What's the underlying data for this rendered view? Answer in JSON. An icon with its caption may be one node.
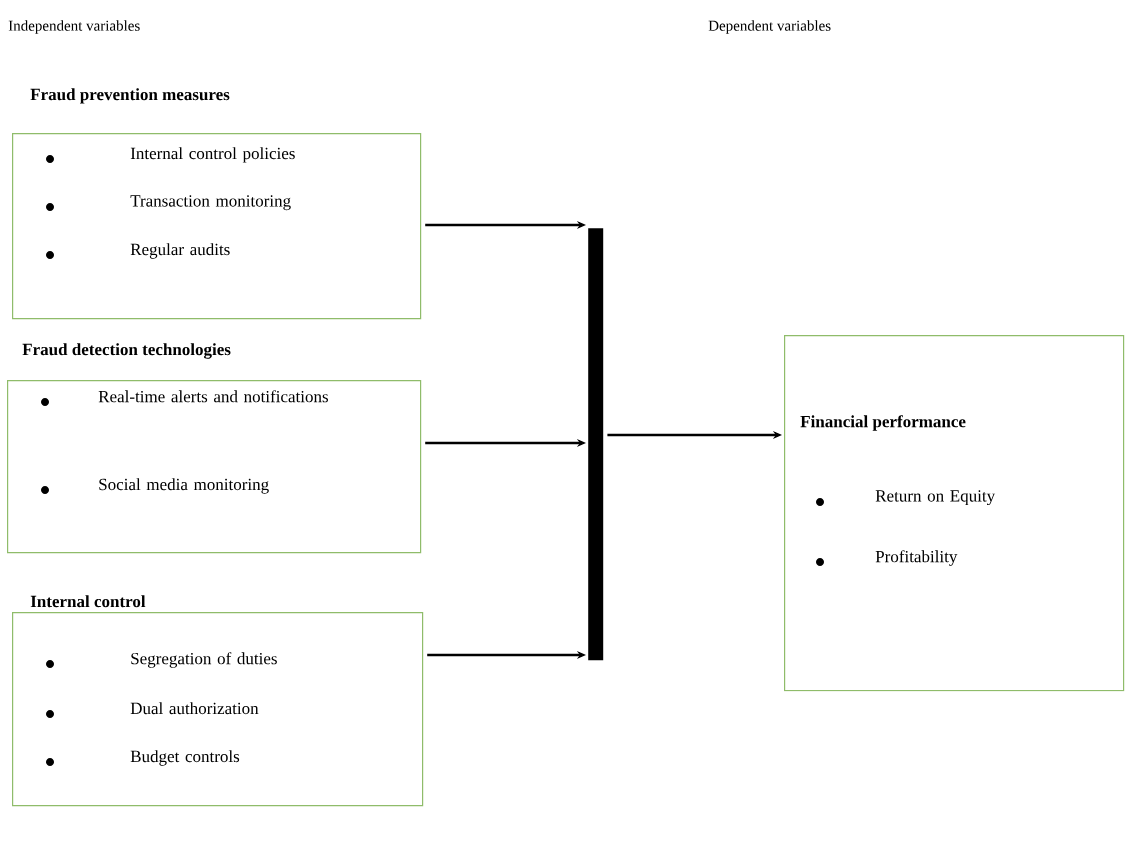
{
  "diagram": {
    "nodes": [
      {
        "text": [
          "Fraud prevention measures",
          "Internal control policies",
          "Transaction monitoring",
          "Regular audits"
        ]
      },
      {
        "text": [
          "Fraud detection technologies",
          "Real-time alerts and notifications",
          "Social media monitoring"
        ]
      },
      {
        "text": [
          "Internal control",
          "Segregation of duties",
          "Dual authorization",
          "Budget controls"
        ]
      },
      {
        "text": [],
        "shape": "bar"
      },
      {
        "text": [
          "Financial performance",
          "Return on Equity",
          "Profitability"
        ]
      }
    ],
    "edges": [
      {
        "from": 0,
        "to": 3,
        "arrow": "to"
      },
      {
        "from": 1,
        "to": 3,
        "arrow": "to"
      },
      {
        "from": 2,
        "to": 3,
        "arrow": "to"
      },
      {
        "from": 3,
        "to": 4,
        "arrow": "to"
      }
    ],
    "labels": [
      "Independent variables",
      "Dependent variables"
    ]
  }
}
